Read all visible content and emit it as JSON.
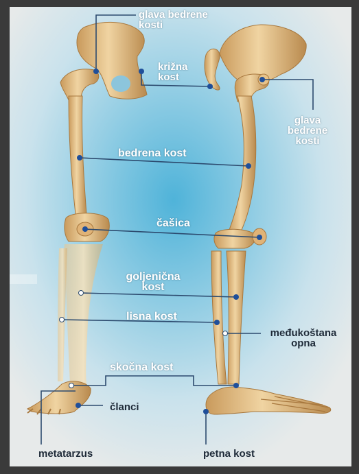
{
  "labels": {
    "head_left": "glava bedrene\nkosti",
    "sacrum": "križna\nkost",
    "head_right": "glava\nbedrene\nkosti",
    "femur": "bedrena kost",
    "patella": "čašica",
    "tibia": "goljenična\nkost",
    "fibula": "lisna kost",
    "membrane": "međukoštana\nopna",
    "talus": "skočna kost",
    "phalanges": "članci",
    "metatarsus": "metatarzus",
    "calcaneus": "petna kost"
  },
  "colors": {
    "background": "#cfe3ee",
    "background_center": "#4fb3d9",
    "bone": "#e8c590",
    "bone_shadow": "#b98a4e",
    "leader_line": "#2c4a6e",
    "label_text_light": "#ffffff",
    "label_text_dark": "#1e2a38"
  }
}
